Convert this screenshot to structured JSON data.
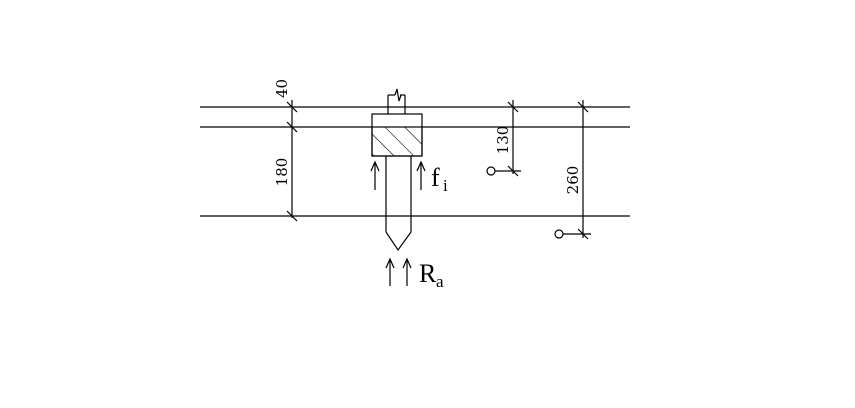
{
  "dimensions": {
    "top_layer": "40",
    "middle_layer": "180",
    "water_level_1": "130",
    "water_level_2": "260"
  },
  "labels": {
    "shaft_friction_symbol": "f",
    "shaft_friction_subscript": "i",
    "tip_resistance_symbol": "R",
    "tip_resistance_subscript": "a"
  }
}
